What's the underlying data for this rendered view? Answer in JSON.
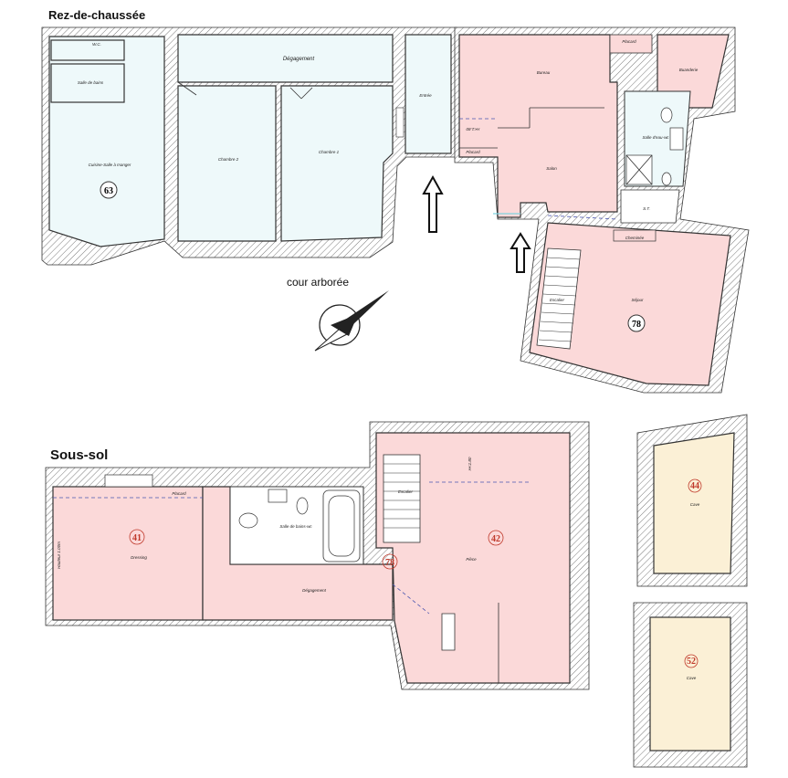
{
  "floors": {
    "ground_title": "Rez-de-chaussée",
    "basement_title": "Sous-sol"
  },
  "ground_rooms": {
    "wc": "W.C.",
    "bath": "Salle de bains",
    "kitchen": "Cuisine-Salle à manger",
    "kitchen_number": "63",
    "hallway": "Dégagement",
    "bedroom2": "Chambre 2",
    "bedroom1": "Chambre 1",
    "entry": "Entrée",
    "placard_top": "Placard",
    "placard_bottom": "Placard",
    "bureau": "Bureau",
    "buanderie": "Buanderie",
    "shower_room": "Salle d'eau-wc",
    "salon": "Salon",
    "st": "S.T.",
    "chimney": "Cheminée",
    "stairs": "Escalier",
    "sejour": "Séjour",
    "sejour_number": "78",
    "height_mark": "H<1.80"
  },
  "outside": {
    "court_label": "cour arborée"
  },
  "basement_rooms": {
    "dressing": "Dressing",
    "dressing_number": "41",
    "hauteur": "Hauteur 1.00m",
    "placard": "Placard",
    "bath": "Salle de bains-wc",
    "hallway": "Dégagement",
    "stairs": "Escalier",
    "height_mark": "H<1.80",
    "piece": "Pièce",
    "piece_number": "42",
    "stair_number": "78"
  },
  "caves": [
    {
      "label": "Cave",
      "number": "44"
    },
    {
      "label": "Cave",
      "number": "52"
    }
  ],
  "colors": {
    "ground_left_fill": "#eef9fa",
    "pink_fill": "#fbd9d9",
    "cave_fill": "#fbf0d6",
    "dash_line": "#4a55b0",
    "red_number": "#c0392b"
  }
}
